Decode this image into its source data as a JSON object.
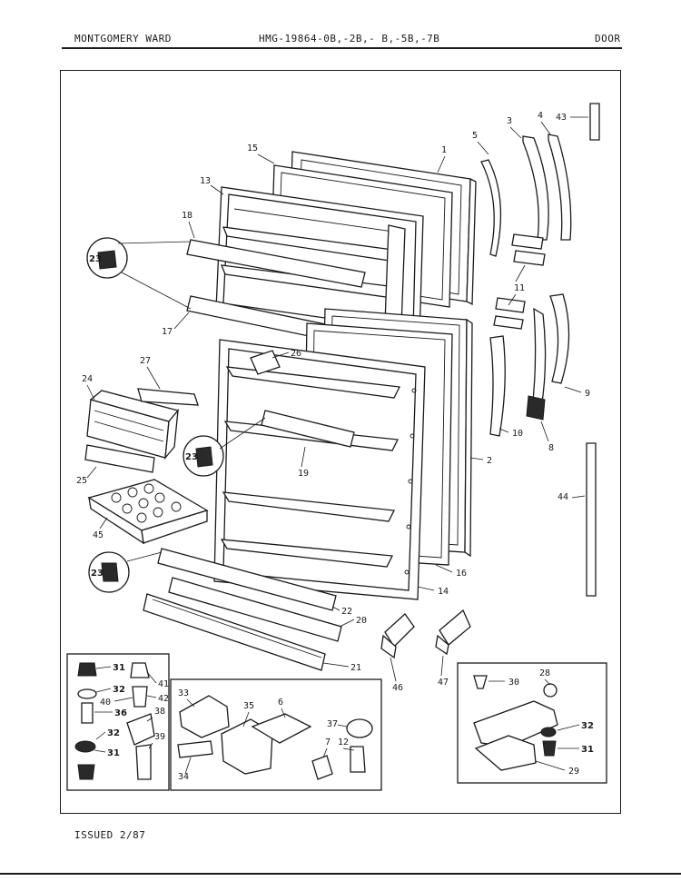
{
  "header": {
    "brand": "MONTGOMERY WARD",
    "model": "HMG-19864-0B,-2B,- B,-5B,-7B",
    "section": "DOOR"
  },
  "footer": {
    "issued": "ISSUED 2/87"
  },
  "callouts": {
    "p1": "1",
    "p2": "2",
    "p3": "3",
    "p4": "4",
    "p5": "5",
    "p6": "6",
    "p7": "7",
    "p8": "8",
    "p9": "9",
    "p10": "10",
    "p11": "11",
    "p12": "12",
    "p13": "13",
    "p14": "14",
    "p15": "15",
    "p16": "16",
    "p17": "17",
    "p18": "18",
    "p19": "19",
    "p20": "20",
    "p21": "21",
    "p22": "22",
    "p23": "23",
    "p24": "24",
    "p25": "25",
    "p26": "26",
    "p27": "27",
    "p28": "28",
    "p29": "29",
    "p30": "30",
    "p31": "31",
    "p32": "32",
    "p33": "33",
    "p34": "34",
    "p35": "35",
    "p36": "36",
    "p37": "37",
    "p38": "38",
    "p39": "39",
    "p40": "40",
    "p41": "41",
    "p42": "42",
    "p43": "43",
    "p44": "44",
    "p45": "45",
    "p46": "46",
    "p47": "47"
  }
}
